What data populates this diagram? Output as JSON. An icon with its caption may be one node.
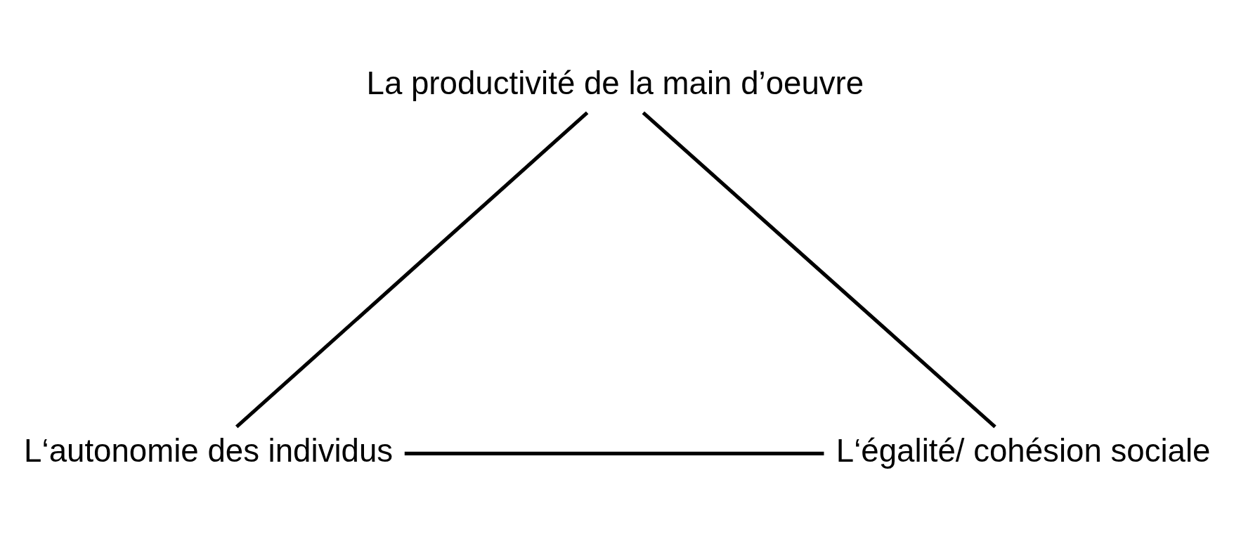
{
  "diagram": {
    "nodes": [
      {
        "text": [
          "La productivité de la main d’oeuvre"
        ]
      },
      {
        "text": [
          "L‘autonomie des individus"
        ]
      },
      {
        "text": [
          "L‘égalité/ cohésion sociale"
        ]
      }
    ],
    "edges": [
      {
        "from": 0,
        "to": 1,
        "arrow": "none"
      },
      {
        "from": 0,
        "to": 2,
        "arrow": "none"
      },
      {
        "from": 1,
        "to": 2,
        "arrow": "none"
      }
    ]
  }
}
